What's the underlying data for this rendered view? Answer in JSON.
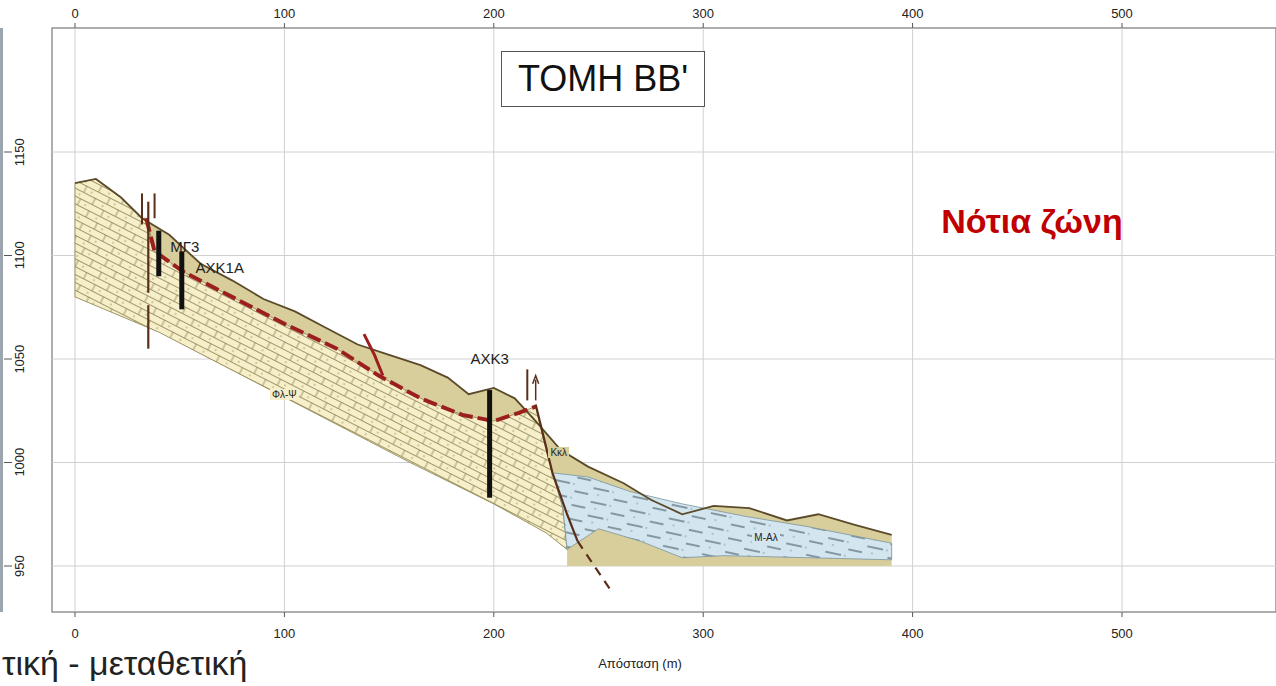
{
  "diagram": {
    "title": "ΤΟΜΗ ΒΒ'",
    "labels": [
      "0",
      "100",
      "200",
      "300",
      "400",
      "500",
      "0",
      "100",
      "200",
      "300",
      "400",
      "500",
      "1150",
      "1100",
      "1050",
      "1000",
      "950",
      "Νότια ζώνη",
      "ΜΓ3",
      "ΑΧΚ1Α",
      "ΑΧΚ3",
      "Απόσταση (m)",
      "τική - μεταθετική",
      "Φλ-Ψ",
      "Κκλ",
      "Μ-Αλ"
    ]
  }
}
